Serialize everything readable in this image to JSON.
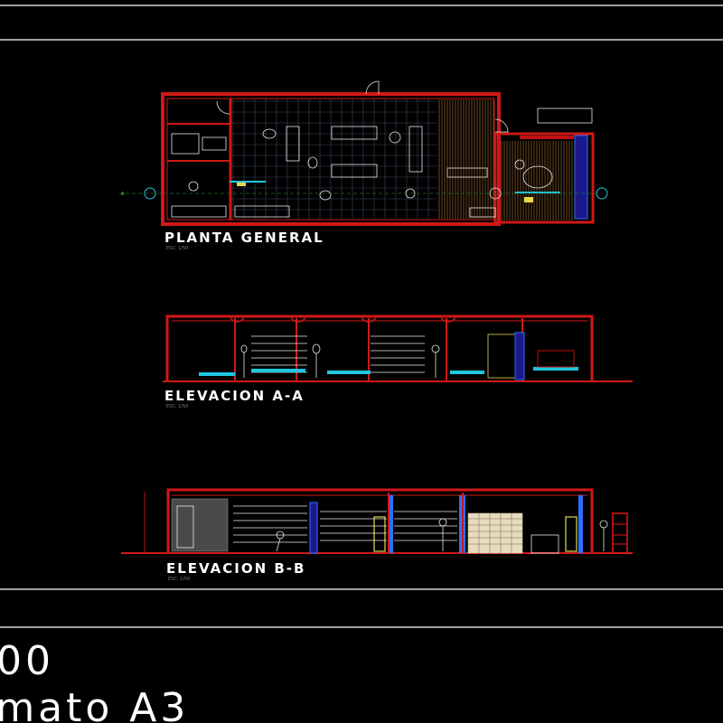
{
  "drawing": {
    "plan": {
      "title": "PLANTA GENERAL",
      "scale": "ESC: 1/50"
    },
    "elevation_a": {
      "title": "ELEVACION A-A",
      "scale": "ESC: 1/50"
    },
    "elevation_b": {
      "title": "ELEVACION B-B",
      "scale": "ESC: 1/50"
    }
  },
  "title_block": {
    "scale_value": "00",
    "format": "rmato A3"
  },
  "colors": {
    "background": "#000000",
    "walls": "#d01818",
    "frame": "#ffffff",
    "accent_cyan": "#1fc8e0",
    "accent_blue": "#2f6fff"
  }
}
